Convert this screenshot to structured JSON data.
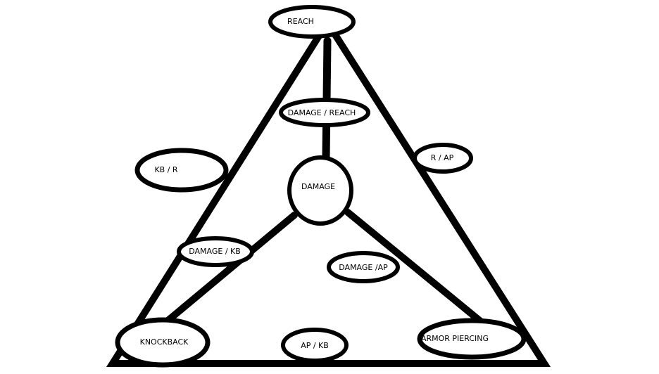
{
  "diagram": {
    "stroke_color": "#000000",
    "background_color": "#ffffff",
    "nodes": {
      "reach": "REACH",
      "damage_reach": "DAMAGE / REACH",
      "kb_r": "KB / R",
      "r_ap": "R / AP",
      "damage": "DAMAGE",
      "damage_kb": "DAMAGE / KB",
      "damage_ap": "DAMAGE /AP",
      "knockback": "KNOCKBACK",
      "ap_kb": "AP / KB",
      "armor_piercing": "ARMOR PIERCING"
    }
  }
}
